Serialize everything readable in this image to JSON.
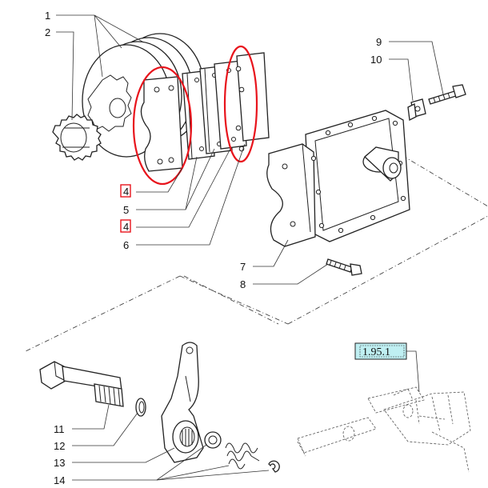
{
  "callouts": {
    "c1": "1",
    "c2": "2",
    "c4a": "4",
    "c5": "5",
    "c4b": "4",
    "c6": "6",
    "c7": "7",
    "c8": "8",
    "c9": "9",
    "c10": "10",
    "c11": "11",
    "c12": "12",
    "c13": "13",
    "c14": "14"
  },
  "reference_box": {
    "label": "1.95.1",
    "fill": "#bfeff2"
  },
  "colors": {
    "highlight_ellipse": "#e8141c",
    "highlight_box": "#e8141c",
    "line": "#222222"
  }
}
